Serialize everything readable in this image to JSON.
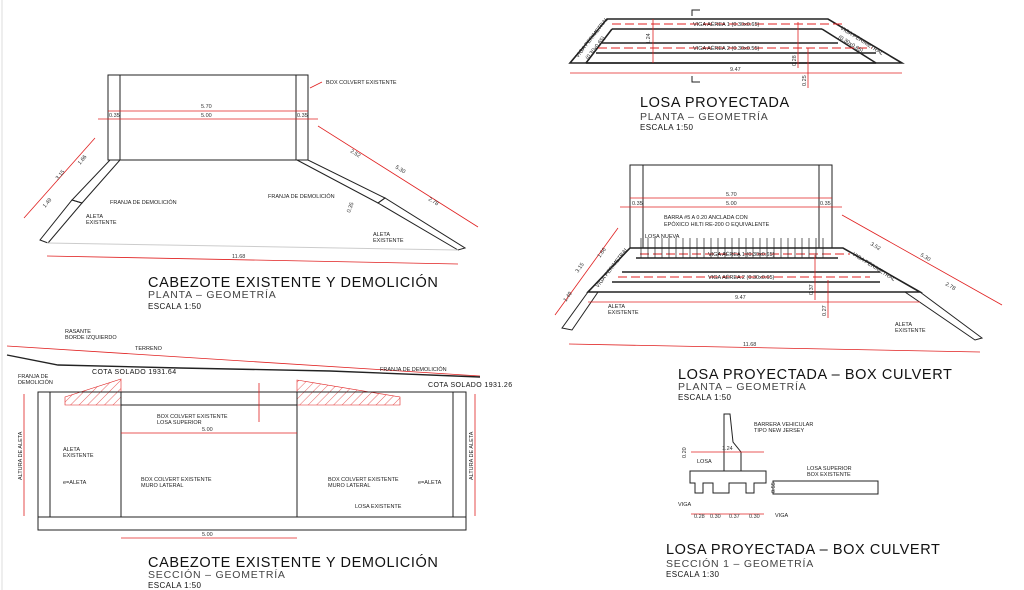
{
  "colors": {
    "line": "#222222",
    "dimension": "#e02020",
    "hatch": "#999999"
  },
  "plan_existing": {
    "title": "CABEZOTE EXISTENTE Y DEMOLICIÓN",
    "subtitle": "PLANTA – GEOMETRÍA",
    "scale": "ESCALA 1:50",
    "box_label": "BOX COLVERT EXISTENTE",
    "strip_left": "FRANJA DE DEMOLICIÓN",
    "strip_right": "FRANJA DE DEMOLICIÓN",
    "wing_left": [
      "ALETA",
      "EXISTENTE"
    ],
    "wing_right": [
      "ALETA",
      "EXISTENTE"
    ],
    "dims": {
      "total_width": "5.70",
      "inner_width": "5.00",
      "wall_left": "0.35",
      "wall_right": "0.35",
      "left_total": "3.15",
      "left_upper": "1.66",
      "left_lower": "1.49",
      "right_upper": "2.52",
      "right_total": "5.30",
      "right_lower": "2.78",
      "right_thick": "0.35",
      "overall": "11.68"
    }
  },
  "plan_slab": {
    "title": "LOSA PROYECTADA",
    "subtitle": "PLANTA – GEOMETRÍA",
    "scale": "ESCALA 1:50",
    "beam1": "VIGA AÉREA 1 (0.30x0.65)",
    "beam2": "VIGA AÉREA 2 (0.30x0.55)",
    "beam_left": "VIGA PERIMETRAL",
    "beam_left_dim": "(0.30x0.65)",
    "beam_right": "VIGA PERIMETRAL",
    "beam_right_dim": "(0.30x0.65)",
    "dims": {
      "width": "9.47",
      "depth": "1.24",
      "d1": "0.28",
      "d2": "0.25"
    }
  },
  "plan_combined": {
    "title": "LOSA PROYECTADA – BOX CULVERT",
    "subtitle": "PLANTA – GEOMETRÍA",
    "scale": "ESCALA 1:50",
    "bar_note": [
      "BARRA #5 A 0.20 ANCLADA CON",
      "EPÓXICO HILTI RE-200 O EQUIVALENTE"
    ],
    "new_slab": "LOSA NUEVA",
    "beam1": "VIGA AÉREA 1 (0.30x0.65)",
    "beam2": "VIGA AÉREA 2 (0.30x0.65)",
    "beam_left": "VIGA PERIMETRAL",
    "beam_right": "VIGA PERIMETRAL",
    "wing_left": [
      "ALETA",
      "EXISTENTE"
    ],
    "wing_right": [
      "ALETA",
      "EXISTENTE"
    ],
    "dims": {
      "total_width": "5.70",
      "inner_width": "5.00",
      "wall_left": "0.35",
      "wall_right": "0.35",
      "left_total": "3.15",
      "left_upper": "1.66",
      "left_lower": "1.49",
      "right_upper": "3.52",
      "right_total": "5.30",
      "right_lower": "2.78",
      "slab_width": "9.47",
      "d1": "0.37",
      "d2": "0.27",
      "overall": "11.68"
    }
  },
  "section_existing": {
    "title": "CABEZOTE EXISTENTE Y DEMOLICIÓN",
    "subtitle": "SECCIÓN – GEOMETRÍA",
    "scale": "ESCALA 1:50",
    "rasante": [
      "RASANTE",
      "BORDE IZQUIERDO"
    ],
    "terreno": "TERRENO",
    "strip_left": [
      "FRANJA DE",
      "DEMOLICIÓN"
    ],
    "strip_right": "FRANJA DE DEMOLICIÓN",
    "cota_left": "COTA SOLADO 1931.64",
    "cota_right": "COTA SOLADO 1931.26",
    "top_slab": [
      "BOX COLVERT EXISTENTE",
      "LOSA SUPERIOR"
    ],
    "wing": [
      "ALETA",
      "EXISTENTE"
    ],
    "wall_left": [
      "BOX COLVERT EXISTENTE",
      "MURO LATERAL"
    ],
    "wall_right": [
      "BOX COLVERT EXISTENTE",
      "MURO LATERAL"
    ],
    "bottom_slab": "LOSA EXISTENTE",
    "wing_height": "ALTURA DE ALETA",
    "wing_thick": "e=ALETA",
    "dims": {
      "inner_top": "5.00",
      "inner_bottom": "5.00"
    }
  },
  "section_slab": {
    "title": "LOSA PROYECTADA – BOX CULVERT",
    "subtitle": "SECCIÓN 1 – GEOMETRÍA",
    "scale": "ESCALA 1:30",
    "barrier": [
      "BARRERA VEHICULAR",
      "TIPO NEW JERSEY"
    ],
    "slab": "LOSA",
    "beam_left": "VIGA",
    "beam_right": "VIGA",
    "top_slab": [
      "LOSA SUPERIOR",
      "BOX EXISTENTE"
    ],
    "dims": {
      "width": "1.24",
      "height": "0.20",
      "depth": "0.55",
      "b1": "0.28",
      "b2": "0.30",
      "b3": "0.37",
      "b4": "0.30"
    }
  }
}
